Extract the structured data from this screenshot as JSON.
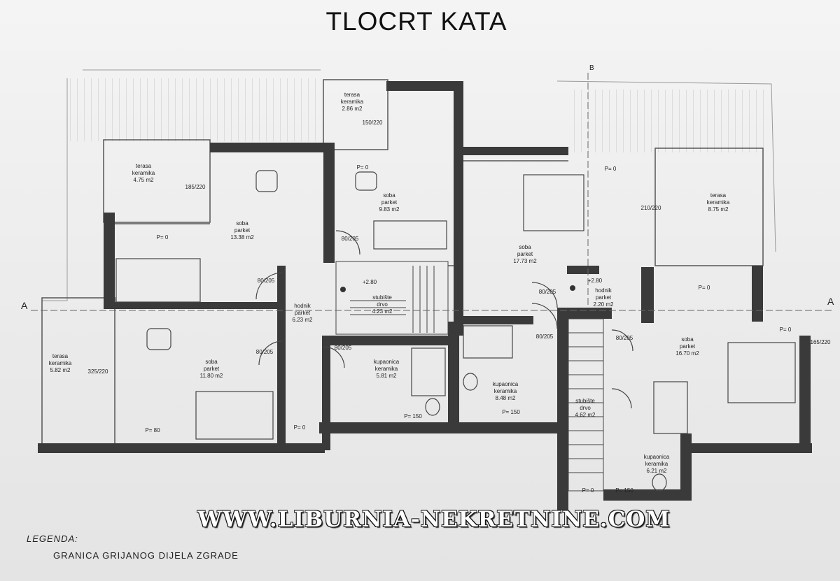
{
  "title": "TLOCRT KATA",
  "watermark": "WWW.LIBURNIA-NEKRETNINE.COM",
  "legend": {
    "title": "LEGENDA:",
    "items": [
      "GRANICA GRIJANOG DIJELA ZGRADE"
    ]
  },
  "section_markers": [
    "A",
    "A",
    "B"
  ],
  "rooms": [
    {
      "id": "r1",
      "name": "terasa",
      "finish": "keramika",
      "area": "4.75 m2"
    },
    {
      "id": "r2",
      "name": "terasa",
      "finish": "keramika",
      "area": "2.86 m2"
    },
    {
      "id": "r3",
      "name": "soba",
      "finish": "parket",
      "area": "9.83 m2"
    },
    {
      "id": "r4",
      "name": "soba",
      "finish": "parket",
      "area": "13.38 m2"
    },
    {
      "id": "r5",
      "name": "terasa",
      "finish": "keramika",
      "area": "5.82 m2"
    },
    {
      "id": "r6",
      "name": "soba",
      "finish": "parket",
      "area": "11.80 m2"
    },
    {
      "id": "r7",
      "name": "hodnik",
      "finish": "parket",
      "area": "6.23 m2"
    },
    {
      "id": "r8",
      "name": "stubište",
      "finish": "drvo",
      "area": "4.23 m2"
    },
    {
      "id": "r9",
      "name": "kupaonica",
      "finish": "keramika",
      "area": "5.81 m2"
    },
    {
      "id": "r10",
      "name": "soba",
      "finish": "parket",
      "area": "17.73 m2"
    },
    {
      "id": "r11",
      "name": "terasa",
      "finish": "keramika",
      "area": "8.75 m2"
    },
    {
      "id": "r12",
      "name": "hodnik",
      "finish": "parket",
      "area": "2.20 m2"
    },
    {
      "id": "r13",
      "name": "kupaonica",
      "finish": "keramika",
      "area": "8.48 m2"
    },
    {
      "id": "r14",
      "name": "soba",
      "finish": "parket",
      "area": "16.70 m2"
    },
    {
      "id": "r15",
      "name": "stubište",
      "finish": "drvo",
      "area": "4.62 m2"
    },
    {
      "id": "r16",
      "name": "kupaonica",
      "finish": "keramika",
      "area": "6.21 m2"
    }
  ],
  "annotations": {
    "window_sizes": [
      "185/220",
      "150/220",
      "325/220",
      "210/220",
      "165/220"
    ],
    "door_sizes": [
      "80/205",
      "80/205",
      "80/205",
      "80/205",
      "80/205",
      "80/205",
      "80/205"
    ],
    "sill_heights": [
      "P= 0",
      "P= 0",
      "P= 0",
      "P= 80",
      "P= 0",
      "P= 150",
      "P= 150",
      "P= 0",
      "P= 0",
      "P= 150",
      "P= 0"
    ],
    "levels": [
      "+2.80",
      "+2.80"
    ]
  }
}
